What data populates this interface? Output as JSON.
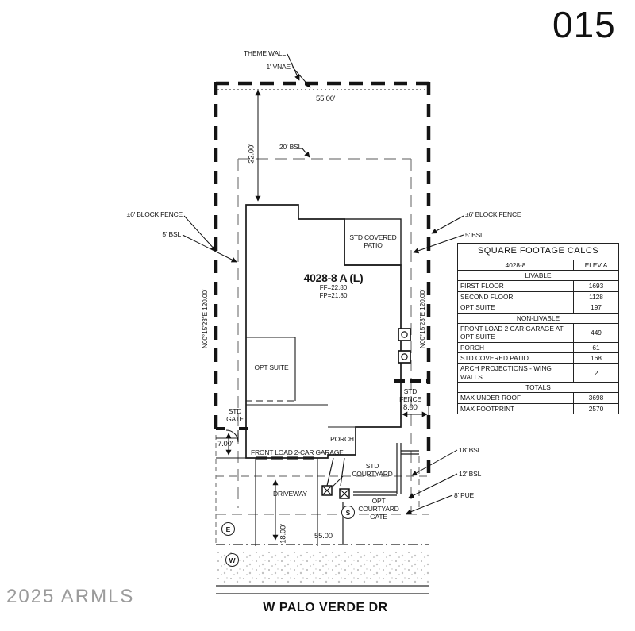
{
  "page": {
    "sheet_number": "015",
    "watermark": "2025 ARMLS"
  },
  "street": {
    "name": "W PALO VERDE DR"
  },
  "boundary": {
    "theme_wall": "THEME WALL",
    "vnae": "1' VNAE",
    "top_width": "55.00'",
    "depth_dim": "32.00'",
    "bsl20": "20' BSL",
    "left_fence": "±6' BLOCK FENCE",
    "left_bsl": "5' BSL",
    "right_fence": "±6' BLOCK FENCE",
    "right_bsl": "5' BSL",
    "left_bearing": "N00°15'23\"E 120.00'",
    "right_bearing": "N00°15'23\"E 120.00'",
    "bsl18": "18' BSL",
    "bsl12": "12' BSL",
    "pue8": "8' PUE",
    "front_depth": "18.00'",
    "bottom_width": "55.00'",
    "marker_e": "E",
    "marker_w": "W"
  },
  "house": {
    "model": "4028-8 A (L)",
    "ff": "FF=22.80",
    "fp": "FP=21.80",
    "patio": "STD COVERED PATIO",
    "opt_suite": "OPT SUITE",
    "porch": "PORCH",
    "garage": "FRONT LOAD 2-CAR GARAGE",
    "courtyard": "STD COURTYARD",
    "driveway": "DRIVEWAY",
    "courtyard_gate": "OPT COURTYARD GATE",
    "gate_marker": "S",
    "std_fence": "STD FENCE",
    "fence_dim": "8.00'",
    "std_gate": "STD GATE",
    "gate_dim": "7.00'"
  },
  "table": {
    "title": "SQUARE FOOTAGE CALCS",
    "model": "4028-8",
    "elev": "ELEV A",
    "livable_label": "LIVABLE",
    "livable": [
      {
        "label": "FIRST FLOOR",
        "value": "1693"
      },
      {
        "label": "SECOND FLOOR",
        "value": "1128"
      },
      {
        "label": "OPT SUITE",
        "value": "197"
      }
    ],
    "nonlivable_label": "NON-LIVABLE",
    "nonlivable": [
      {
        "label": "FRONT LOAD 2 CAR GARAGE AT OPT SUITE",
        "value": "449"
      },
      {
        "label": "PORCH",
        "value": "61"
      },
      {
        "label": "STD COVERED PATIO",
        "value": "168"
      },
      {
        "label": "ARCH PROJECTIONS - WING WALLS",
        "value": "2"
      }
    ],
    "totals_label": "TOTALS",
    "totals": [
      {
        "label": "MAX UNDER ROOF",
        "value": "3698"
      },
      {
        "label": "MAX FOOTPRINT",
        "value": "2570"
      }
    ]
  }
}
